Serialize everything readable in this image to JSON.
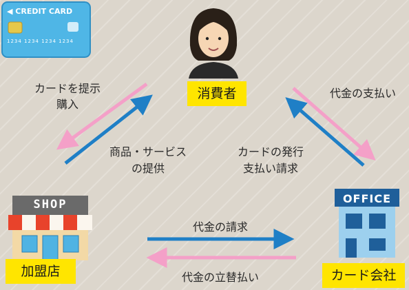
{
  "credit_card": {
    "brand_text": "◀ CREDIT CARD",
    "number_text": "1234 1234 1234 1234"
  },
  "roles": {
    "consumer": "消費者",
    "merchant": "加盟店",
    "card_company": "カード会社"
  },
  "shop_sign": "SHOP",
  "office_sign": "OFFICE",
  "labels": {
    "present_card_line1": "カードを提示",
    "present_card_line2": "購入",
    "goods_services_line1": "商品・サービス",
    "goods_services_line2": "の提供",
    "issue_card_line1": "カードの発行",
    "issue_card_line2": "支払い請求",
    "payment": "代金の支払い",
    "billing": "代金の請求",
    "advance_payment": "代金の立替払い"
  },
  "colors": {
    "pink_arrow": "#f4a0c8",
    "blue_arrow": "#1f7fc6",
    "tag_yellow": "#ffe500"
  }
}
